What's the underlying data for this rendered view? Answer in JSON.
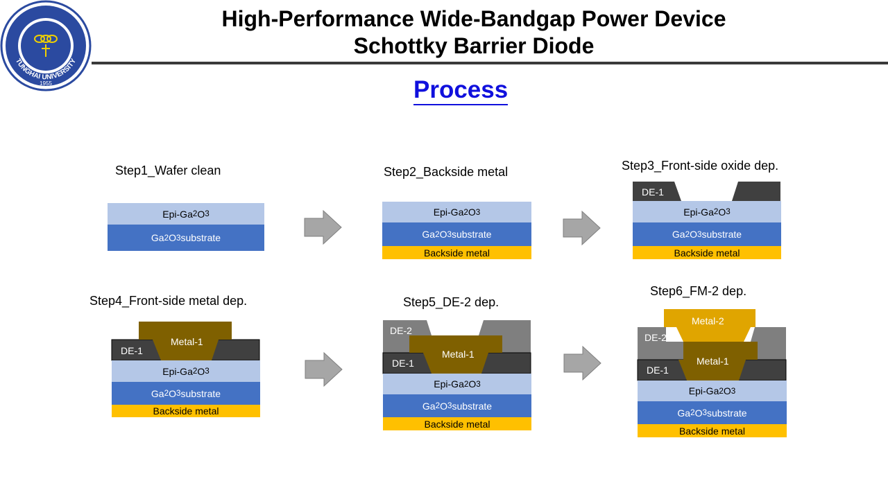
{
  "header": {
    "title_line1": "High-Performance Wide-Bandgap Power Device",
    "title_line2": "Schottky Barrier Diode",
    "logo_text": "TUNGHAI UNIVERSITY",
    "logo_year": "1955"
  },
  "section_title": "Process",
  "steps": [
    {
      "label": "Step1_Wafer clean"
    },
    {
      "label": "Step2_Backside metal"
    },
    {
      "label": "Step3_Front-side oxide dep."
    },
    {
      "label": "Step4_Front-side metal dep."
    },
    {
      "label": "Step5_DE-2 dep."
    },
    {
      "label": "Step6_FM-2 dep."
    }
  ],
  "layers": {
    "epi_prefix": "Epi-Ga",
    "ga_sub_a": "2",
    "ga_o": "O",
    "ga_sub_b": "3",
    "sub_prefix": "Ga",
    "sub_suffix": " substrate",
    "backside": "Backside metal",
    "de1": "DE-1",
    "de2": "DE-2",
    "metal1": "Metal-1",
    "metal2": "Metal-2"
  },
  "colors": {
    "epi": "#b4c7e7",
    "substrate": "#4472c4",
    "backside_metal": "#ffc000",
    "de1": "#404040",
    "de2": "#7f7f7f",
    "metal1": "#7f6000",
    "metal2": "#e0a500",
    "arrow": "#a6a6a6",
    "title_accent": "#1010dd"
  }
}
